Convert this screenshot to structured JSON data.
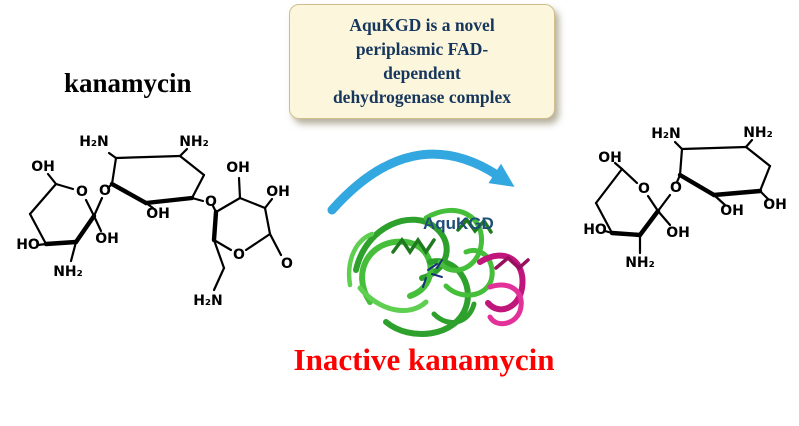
{
  "figure": {
    "title": "kanamycin",
    "caption": "Inactive kanamycin",
    "callout": {
      "lines": [
        "AquKGD is a novel",
        "periplasmic FAD-",
        "dependent",
        "dehydrogenase complex"
      ]
    },
    "protein": {
      "label": "AquKGD"
    }
  },
  "colors": {
    "callout_bg": "#FCF7DC",
    "callout_border": "#CDBE8C",
    "callout_text": "#17365D",
    "arrow_blue": "#33A7DF",
    "caption_red": "#FE0000",
    "protein_green": "#2EA12C",
    "protein_magenta": "#C0157B",
    "protein_label_blue": "#1F4E79",
    "bond_black": "#000000"
  },
  "icons": {
    "curved_arrow": "curved-reaction-arrow-icon"
  },
  "structures": {
    "left": {
      "labels": [
        {
          "t": "H₂N"
        },
        {
          "t": "NH₂"
        },
        {
          "t": "OH"
        },
        {
          "t": "O"
        },
        {
          "t": "O"
        },
        {
          "t": "OH"
        },
        {
          "t": "O"
        },
        {
          "t": "OH"
        },
        {
          "t": "OH"
        },
        {
          "t": "HO"
        },
        {
          "t": "OH"
        },
        {
          "t": "NH₂"
        },
        {
          "t": "O"
        },
        {
          "t": "H₂N"
        },
        {
          "t": "O"
        }
      ]
    },
    "right": {
      "labels": [
        {
          "t": "OH"
        },
        {
          "t": "H₂N"
        },
        {
          "t": "NH₂"
        },
        {
          "t": "O"
        },
        {
          "t": "O"
        },
        {
          "t": "OH"
        },
        {
          "t": "OH"
        },
        {
          "t": "HO"
        },
        {
          "t": "OH"
        },
        {
          "t": "NH₂"
        }
      ]
    }
  }
}
